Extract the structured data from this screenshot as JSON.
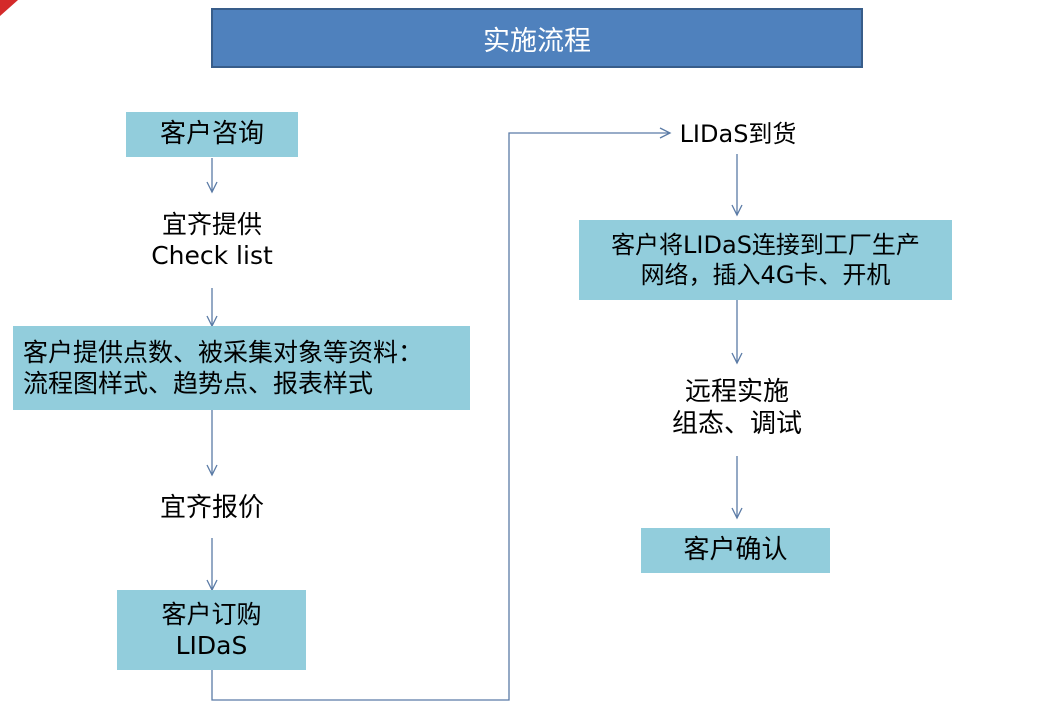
{
  "title": "实施流程",
  "colors": {
    "title_bg": "#4f81bd",
    "title_border": "#385d8a",
    "box_fill": "#92cddc",
    "connector": "#5b7ba6",
    "corner_accent": "#d42a2a"
  },
  "left_column": {
    "step1": {
      "line1": "客户咨询"
    },
    "step2": {
      "line1": "宜齐提供",
      "line2": "Check list"
    },
    "step3": {
      "line1": "客户提供点数、被采集对象等资料：",
      "line2": "流程图样式、趋势点、报表样式"
    },
    "step4": {
      "line1": "宜齐报价"
    },
    "step5": {
      "line1": "客户订购",
      "line2": "LIDaS"
    }
  },
  "right_column": {
    "step6": {
      "line1": "LIDaS到货"
    },
    "step7": {
      "line1": "客户将LIDaS连接到工厂生产",
      "line2": "网络，插入4G卡、开机"
    },
    "step8": {
      "line1": "远程实施",
      "line2": "组态、调试"
    },
    "step9": {
      "line1": "客户确认"
    }
  }
}
